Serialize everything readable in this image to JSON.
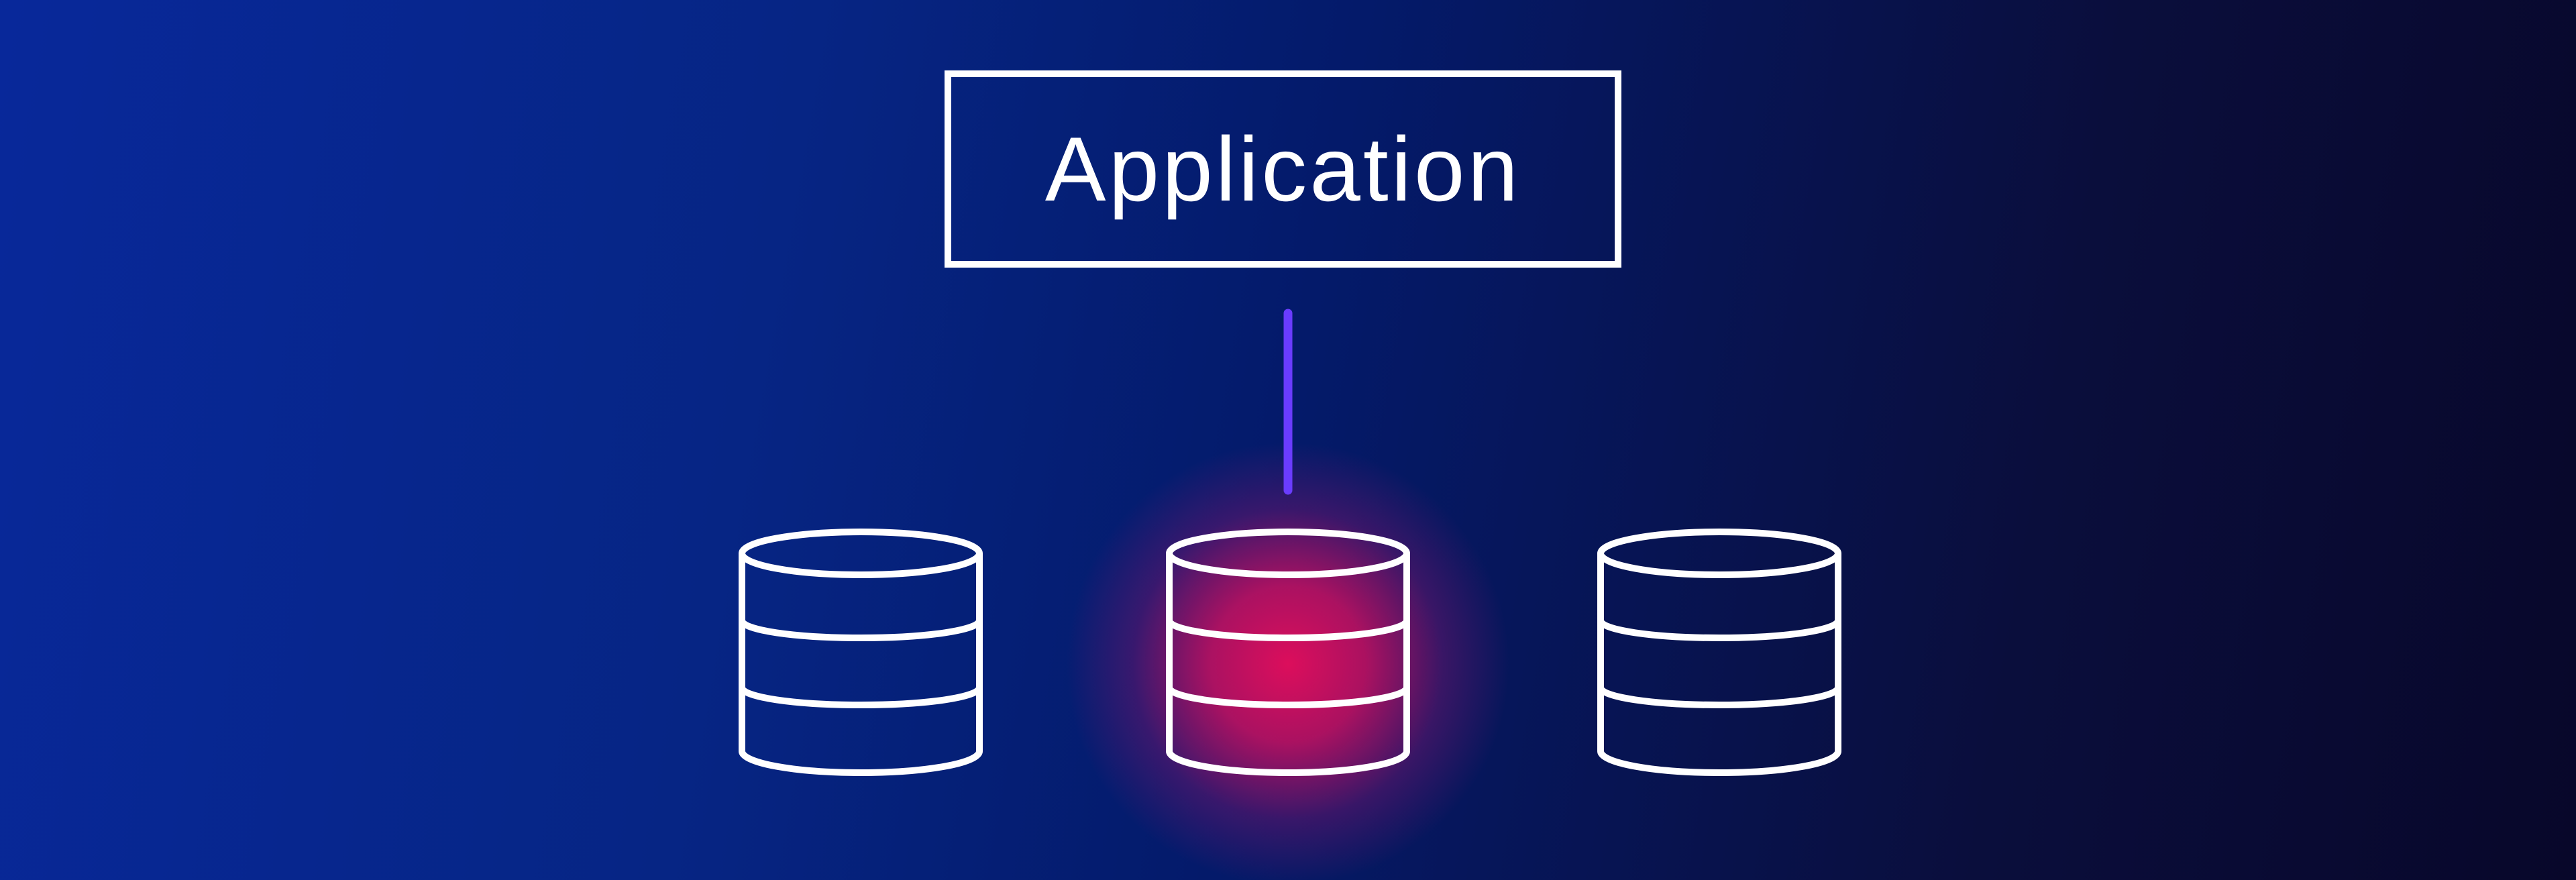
{
  "diagram": {
    "application": {
      "label": "Application"
    },
    "connector_color": "#6a3cff",
    "databases": [
      {
        "name": "database-left",
        "highlighted": false
      },
      {
        "name": "database-center",
        "highlighted": true
      },
      {
        "name": "database-right",
        "highlighted": false
      }
    ],
    "colors": {
      "highlight_glow": "#d4105e",
      "stroke": "#ffffff",
      "background_left": "#08289a",
      "background_right": "#08072a"
    }
  }
}
